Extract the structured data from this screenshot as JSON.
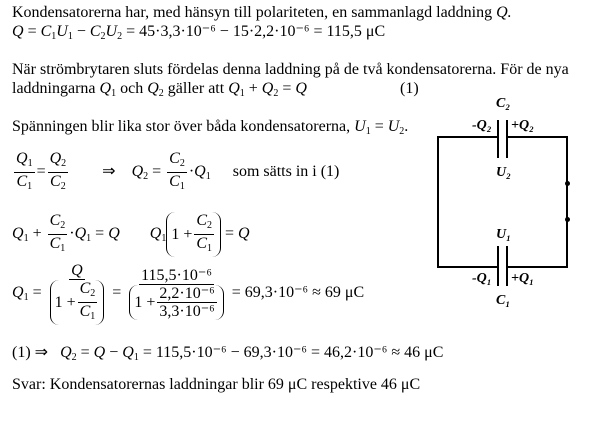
{
  "intro": "Kondensatorerna har, med hänsyn till polariteten, en sammanlagd laddning",
  "intro_q": "Q.",
  "eq_total": "= 45·3,3·10⁻⁶ − 15·2,2·10⁻⁶ = 115,5 μC",
  "para2_line1": "När strömbrytaren sluts fördelas denna laddning på de två kondensatorerna. För de nya",
  "para2_line2a": "laddningarna",
  "para2_och": "och",
  "para2_line2b": "gäller att",
  "eq_number": "(1)",
  "para3": "Spänningen blir lika stor över båda kondensatorerna,",
  "som_satts": "som sätts in i (1)",
  "result_q1": "= 69,3·10⁻⁶ ≈ 69 μC",
  "num_1155": "115,5·10⁻⁶",
  "num_22": "2,2·10⁻⁶",
  "num_33": "3,3·10⁻⁶",
  "eq_q2": "= 115,5·10⁻⁶ − 69,3·10⁻⁶ = 46,2·10⁻⁶ ≈ 46 μC",
  "answer": "Svar: Kondensatorernas laddningar blir 69 μC respektive 46 μC",
  "circuit": {
    "c2": "C₂",
    "minus_q2": "-Q₂",
    "plus_q2": "+Q₂",
    "u2": "U₂",
    "u1": "U₁",
    "minus_q1": "-Q₁",
    "plus_q1": "+Q₁",
    "c1": "C₁"
  }
}
